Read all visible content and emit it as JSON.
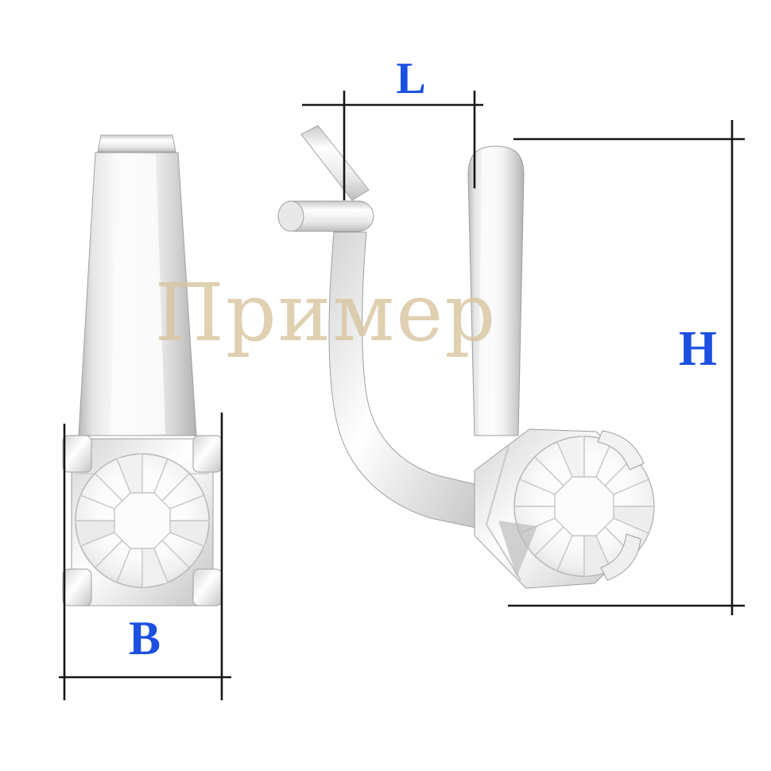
{
  "watermark": {
    "text": "Пример",
    "color": "#d9c5a0"
  },
  "dimensions": {
    "l": {
      "label": "L"
    },
    "h": {
      "label": "H"
    },
    "b": {
      "label": "B"
    }
  },
  "colors": {
    "dimension_label": "#1b50e0",
    "dimension_line": "#161616",
    "background": "#ffffff",
    "metal_light": "#ffffff",
    "metal_dark": "#b5b5b5"
  },
  "figures": {
    "front_view": {
      "name": "earring-front-view"
    },
    "side_view": {
      "name": "earring-side-view"
    }
  }
}
